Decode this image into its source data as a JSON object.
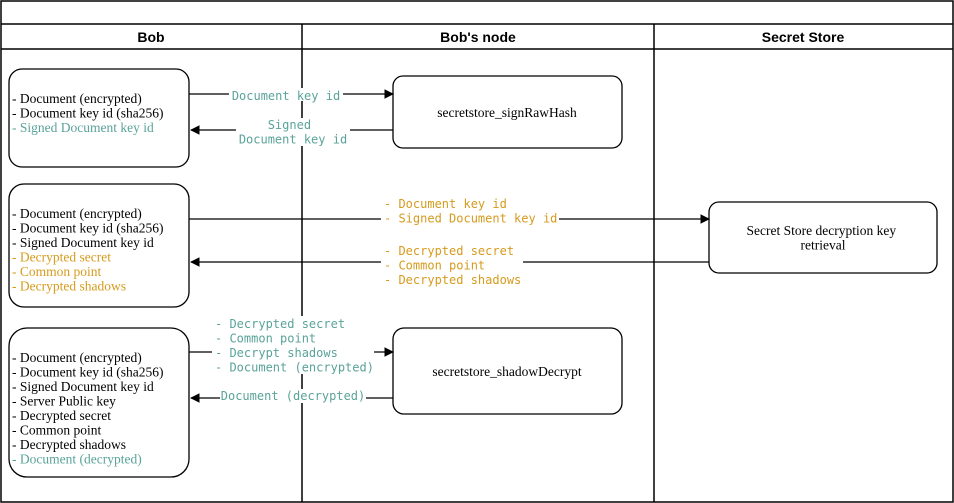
{
  "colors": {
    "teal": "#5aa39a",
    "orange": "#d69b1e",
    "black": "#000000"
  },
  "lanes": [
    {
      "title": "Bob"
    },
    {
      "title": "Bob's node"
    },
    {
      "title": "Secret Store"
    }
  ],
  "bob_boxes": [
    {
      "lines": [
        {
          "text": "- Document (encrypted)",
          "color": "black"
        },
        {
          "text": "- Document key id (sha256)",
          "color": "black"
        },
        {
          "text": "- Signed Document key id",
          "color": "teal"
        }
      ]
    },
    {
      "lines": [
        {
          "text": "- Document (encrypted)",
          "color": "black"
        },
        {
          "text": "- Document key id (sha256)",
          "color": "black"
        },
        {
          "text": "- Signed Document key id",
          "color": "black"
        },
        {
          "text": "- Decrypted  secret",
          "color": "orange"
        },
        {
          "text": "- Common point",
          "color": "orange"
        },
        {
          "text": "- Decrypted shadows",
          "color": "orange"
        }
      ]
    },
    {
      "lines": [
        {
          "text": "- Document (encrypted)",
          "color": "black"
        },
        {
          "text": "- Document key id (sha256)",
          "color": "black"
        },
        {
          "text": "- Signed Document key id",
          "color": "black"
        },
        {
          "text": "- Server Public key",
          "color": "black"
        },
        {
          "text": "- Decrypted  secret",
          "color": "black"
        },
        {
          "text": "- Common point",
          "color": "black"
        },
        {
          "text": "- Decrypted shadows",
          "color": "black"
        },
        {
          "text": "- Document (decrypted)",
          "color": "teal"
        }
      ]
    }
  ],
  "node_boxes": [
    {
      "label": "secretstore_signRawHash"
    },
    {
      "label": "secretstore_shadowDecrypt"
    }
  ],
  "store_box": {
    "lines": [
      "Secret Store decryption key",
      "retrieval"
    ]
  },
  "edge_labels": [
    {
      "lines": [
        "Document key id"
      ],
      "color": "teal"
    },
    {
      "lines": [
        "Signed",
        "Document key id"
      ],
      "color": "teal"
    },
    {
      "lines": [
        "- Document key id",
        "- Signed Document key id"
      ],
      "color": "orange"
    },
    {
      "lines": [
        "- Decrypted  secret",
        "- Common point",
        "- Decrypted shadows"
      ],
      "color": "orange"
    },
    {
      "lines": [
        "- Decrypted secret",
        "- Common point",
        "- Decrypt shadows",
        "- Document (encrypted)"
      ],
      "color": "teal"
    },
    {
      "lines": [
        "Document (decrypted)"
      ],
      "color": "teal"
    }
  ]
}
